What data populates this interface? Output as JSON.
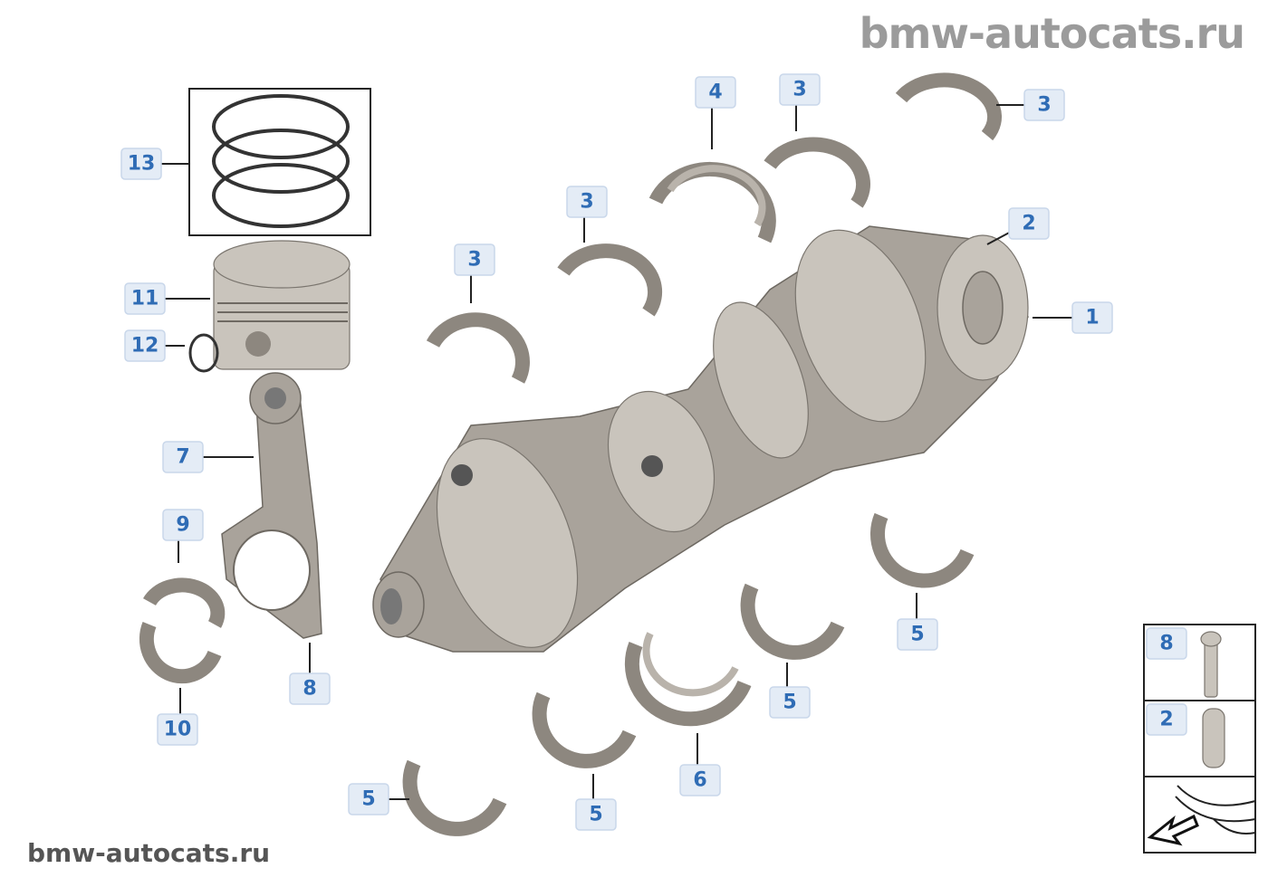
{
  "watermark_top": "bmw-autocats.ru",
  "watermark_bottom": "bmw-autocats.ru",
  "callouts": {
    "piston_rings": "13",
    "piston": "11",
    "snap_ring": "12",
    "connecting_rod": "7",
    "rod_bearing_upper": "9",
    "rod_bearing_lower": "10",
    "rod_bolt": "8",
    "main_bearing_a": "3",
    "main_bearing_b": "3",
    "thrust_bearing_upper": "4",
    "main_bearing_c": "3",
    "main_bearing_d": "3",
    "dowel_pin": "2",
    "crankshaft": "1",
    "lower_bearing_a": "5",
    "lower_bearing_b": "5",
    "thrust_bearing_lower": "6",
    "lower_bearing_c": "5",
    "lower_bearing_d": "5"
  },
  "legend_panel": {
    "bolt": "8",
    "pin": "2"
  }
}
